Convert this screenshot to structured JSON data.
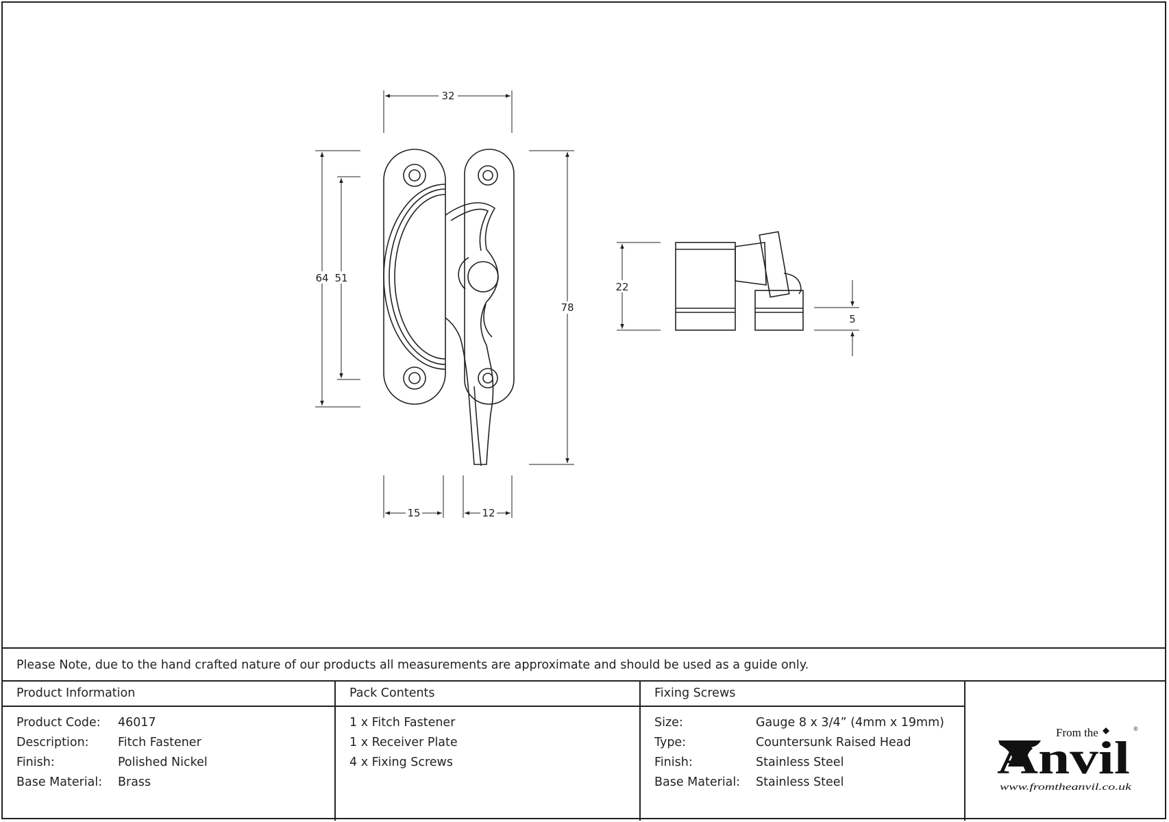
{
  "dimensions": {
    "top_width": "32",
    "height_plate": "64",
    "hole_spacing": "51",
    "overall_height": "78",
    "base_width_left": "15",
    "base_width_right": "12",
    "side_height": "22",
    "receiver_height": "5"
  },
  "note": "Please Note, due to the hand crafted nature of our products all measurements are approximate and should be used as a guide only.",
  "product_info": {
    "title": "Product Information",
    "rows": [
      {
        "key": "Product Code:",
        "value": "46017"
      },
      {
        "key": "Description:",
        "value": "Fitch Fastener"
      },
      {
        "key": "Finish:",
        "value": "Polished Nickel"
      },
      {
        "key": "Base Material:",
        "value": "Brass"
      }
    ]
  },
  "pack_contents": {
    "title": "Pack Contents",
    "items": [
      "1 x Fitch Fastener",
      "1 x Receiver Plate",
      "4 x Fixing Screws"
    ]
  },
  "fixing_screws": {
    "title": "Fixing Screws",
    "rows": [
      {
        "key": "Size:",
        "value": "Gauge 8 x 3/4” (4mm x 19mm)"
      },
      {
        "key": "Type:",
        "value": "Countersunk Raised Head"
      },
      {
        "key": "Finish:",
        "value": "Stainless Steel"
      },
      {
        "key": "Base Material:",
        "value": "Stainless Steel"
      }
    ]
  },
  "logo": {
    "from_the": "From the",
    "brand": "Anvil",
    "url": "www.fromtheanvil.co.uk",
    "reg": "®"
  }
}
